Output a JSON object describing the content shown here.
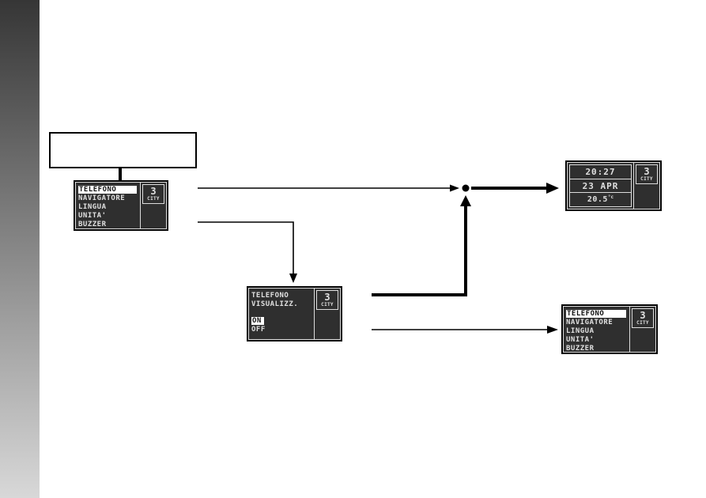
{
  "label_box": {
    "text": ""
  },
  "indicator": {
    "value": "3",
    "label": "CITY"
  },
  "displays": {
    "settings_menu": {
      "items": [
        {
          "label": "TELEFONO",
          "highlighted": true
        },
        {
          "label": "NAVIGATORE",
          "highlighted": false
        },
        {
          "label": "LINGUA",
          "highlighted": false
        },
        {
          "label": "UNITA'",
          "highlighted": false
        },
        {
          "label": "BUZZER",
          "highlighted": false
        }
      ]
    },
    "standard_screen": {
      "time": "20:27",
      "date": "23 APR",
      "temperature": "20.5",
      "temperature_unit": "°c"
    },
    "telefono_visualizz": {
      "title_line1": "TELEFONO",
      "title_line2": "VISUALIZZ.",
      "options": [
        {
          "label": "ON",
          "highlighted": true
        },
        {
          "label": "OFF",
          "highlighted": false
        }
      ]
    },
    "settings_menu_return": {
      "items": [
        {
          "label": "TELEFONO",
          "highlighted": true
        },
        {
          "label": "NAVIGATORE",
          "highlighted": false
        },
        {
          "label": "LINGUA",
          "highlighted": false
        },
        {
          "label": "UNITA'",
          "highlighted": false
        },
        {
          "label": "BUZZER",
          "highlighted": false
        }
      ]
    }
  },
  "colors": {
    "sidebar_top": "#363636",
    "sidebar_bottom": "#d8d8d8",
    "display_background": "#2f2f2f",
    "display_text": "#e0e0e0",
    "display_border": "#dcdcdc",
    "highlight_background": "#ffffff",
    "highlight_text": "#111111",
    "frame": "#000000",
    "connector": "#000000"
  }
}
